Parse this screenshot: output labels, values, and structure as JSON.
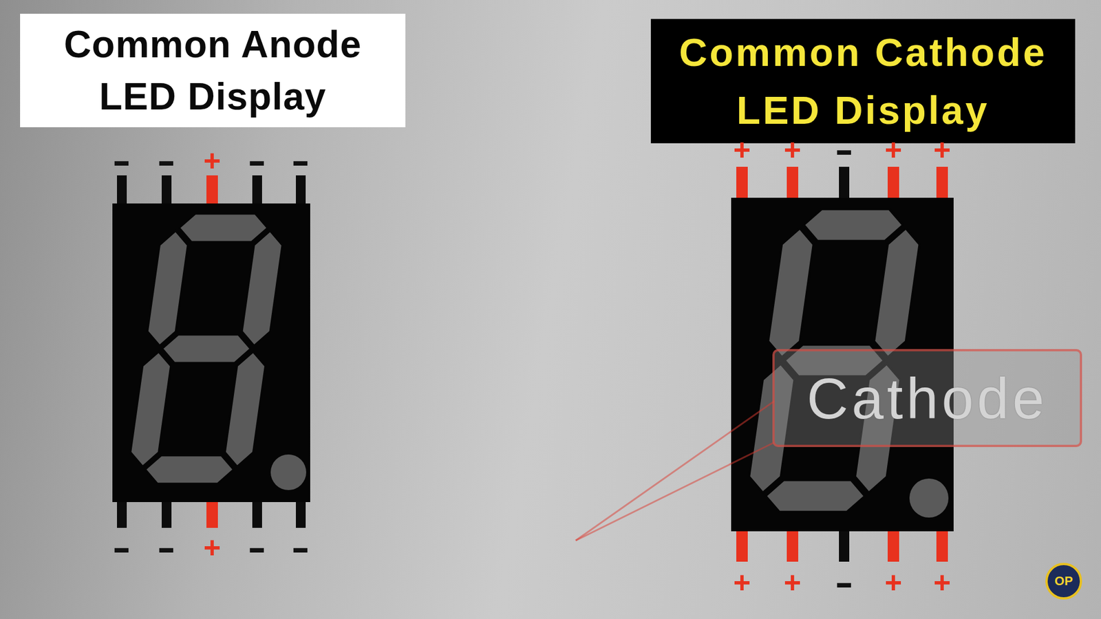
{
  "diagram": {
    "nodes": [
      {
        "text": [
          "Common Anode LED Display"
        ]
      },
      {
        "text": [
          "Common Cathode LED Display"
        ]
      },
      {
        "text": [
          "Cathode"
        ]
      }
    ],
    "labels": [
      "-",
      "-",
      "+",
      "-",
      "-",
      "-",
      "-",
      "+",
      "-",
      "-",
      "+",
      "+",
      "-",
      "+",
      "+",
      "+",
      "+",
      "-",
      "+",
      "+",
      "OP"
    ]
  }
}
